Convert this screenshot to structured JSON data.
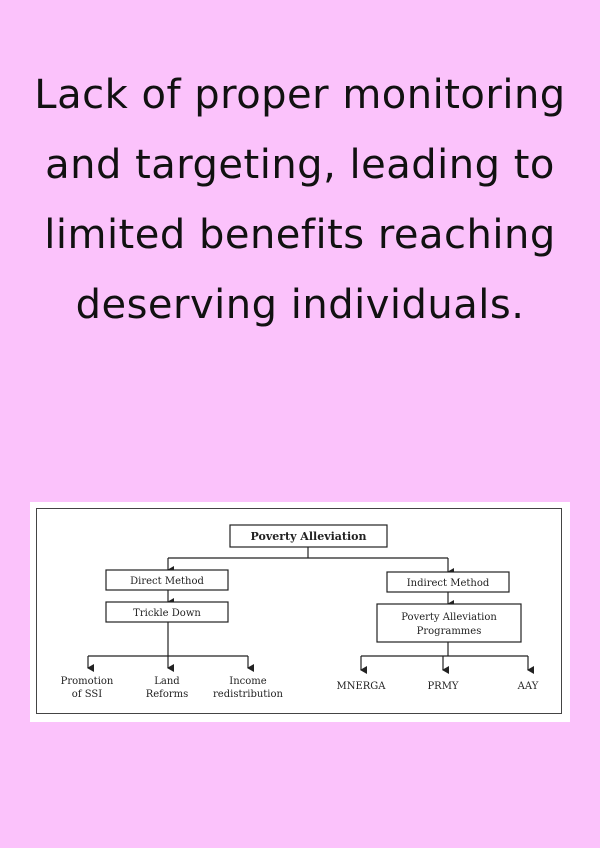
{
  "headline": {
    "text": "Lack of proper monitoring and targeting, leading to limited benefits reaching deserving individuals."
  },
  "diagram": {
    "root": "Poverty Alleviation",
    "direct": {
      "method": "Direct Method",
      "sub": "Trickle Down",
      "leaves": [
        {
          "line1": "Promotion",
          "line2": "of SSI"
        },
        {
          "line1": "Land",
          "line2": "Reforms"
        },
        {
          "line1": "Income",
          "line2": "redistribution"
        }
      ]
    },
    "indirect": {
      "method": "Indirect Method",
      "sub_line1": "Poverty Alleviation",
      "sub_line2": "Programmes",
      "leaves": [
        "MNERGA",
        "PRMY",
        "AAY"
      ]
    }
  },
  "colors": {
    "background": "#fbc2fb",
    "text": "#111111",
    "card": "#ffffff",
    "stroke": "#222222"
  }
}
